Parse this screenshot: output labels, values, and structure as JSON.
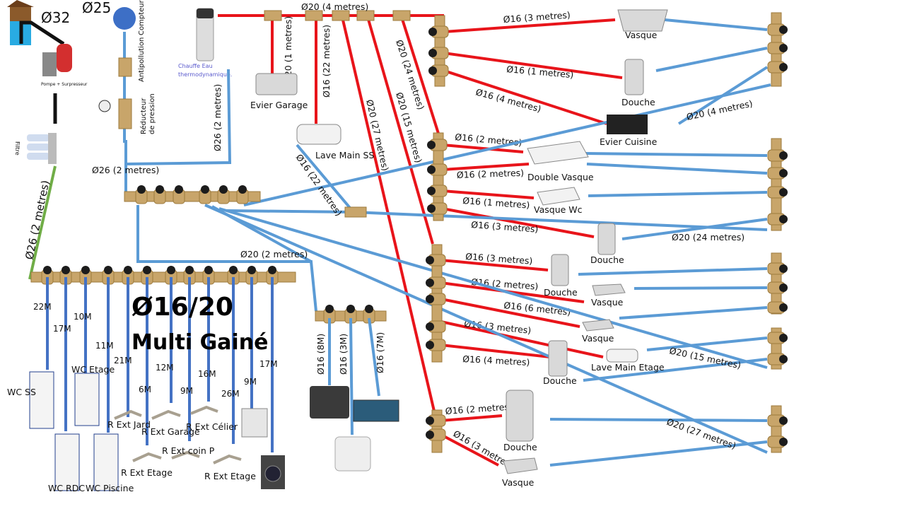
{
  "colors": {
    "hot": "#e8141a",
    "cold": "#5b9bd5",
    "supply": "#70ad47",
    "brass": "#c8a56a"
  },
  "supply": {
    "well_pipe": "Ø32",
    "meter_pipe": "Ø25",
    "pump_label": "Pompe + Surpresseur",
    "filter_label": "Filtre",
    "meter_label": "Compteur",
    "antipollution_label": "Antipollution",
    "reducer_label_1": "Réducteur",
    "reducer_label_2": "de pression",
    "heater_label_1": "Chauffe Eau",
    "heater_label_2": "thermodynamique.",
    "green_pipe": "Ø26 (2 metres)",
    "heater_cold_pipe": "Ø26 (2 metres)",
    "main_cold_pipe": "Ø26 (2 metres)"
  },
  "hot": {
    "main": "Ø20 (4 metres)",
    "garage": "Ø20 (1 metres)",
    "lave_main_ss": "Ø16 (22 metres)",
    "to_m4": "Ø20 (27 metres)",
    "to_m3": "Ø20 (15 metres)",
    "to_m2": "Ø20 (24 metres)",
    "branches": [
      "Ø16 (3 metres)",
      "Ø16 (1 metres)",
      "Ø16 (4 metres)",
      "Ø16 (2 metres)",
      "Ø16 (2 metres)",
      "Ø16 (1 metres)",
      "Ø16 (3 metres)",
      "Ø16 (3 metres)",
      "Ø16 (2 metres)",
      "Ø16 (6 metres)",
      "Ø16 (3 metres)",
      "Ø16 (4 metres)",
      "Ø16 (2 metres)",
      "Ø16 (3 metres)"
    ]
  },
  "cold": {
    "to_r1": "Ø20 (4 metres)",
    "to_r2": "Ø20 (24 metres)",
    "to_r4": "Ø20 (15 metres)",
    "to_r5": "Ø20 (27 metres)",
    "lave_main_ss": "Ø16 (22 metres)",
    "to_ground": "Ø20 (2 metres)"
  },
  "fixtures": {
    "evier_garage": "Evier Garage",
    "lave_main_ss": "Lave Main SS",
    "vasque_1": "Vasque",
    "douche_1": "Douche",
    "evier_cuisine": "Evier Cuisine",
    "double_vasque": "Double Vasque",
    "vasque_wc": "Vasque Wc",
    "douche_2": "Douche",
    "douche_3": "Douche",
    "vasque_2": "Vasque",
    "vasque_3": "Vasque",
    "lave_main_etage": "Lave Main Etage",
    "douche_4": "Douche",
    "douche_5": "Douche",
    "vasque_4": "Vasque"
  },
  "ground": {
    "title_1": "Ø16/20",
    "title_2": "Multi Gainé",
    "lengths": [
      "22M",
      "17M",
      "10M",
      "11M",
      "21M",
      "6M",
      "12M",
      "9M",
      "16M",
      "26M",
      "9M",
      "17M"
    ],
    "wc_ss": "WC SS",
    "wc_etage": "WC Etage",
    "wc_rdc": "WC RDC",
    "wc_piscine": "WC Piscine",
    "r_ext_jard": "R Ext Jard",
    "r_ext_garage": "R Ext Garage",
    "r_ext_celier": "R Ext Célier",
    "r_ext_coin_p": "R Ext coin P",
    "r_ext_etage_1": "R Ext Etage",
    "r_ext_etage_2": "R Ext Etage"
  },
  "pool": {
    "pipes": [
      "Ø16 (8M)",
      "Ø16 (3M)",
      "Ø16 (7M)"
    ]
  }
}
